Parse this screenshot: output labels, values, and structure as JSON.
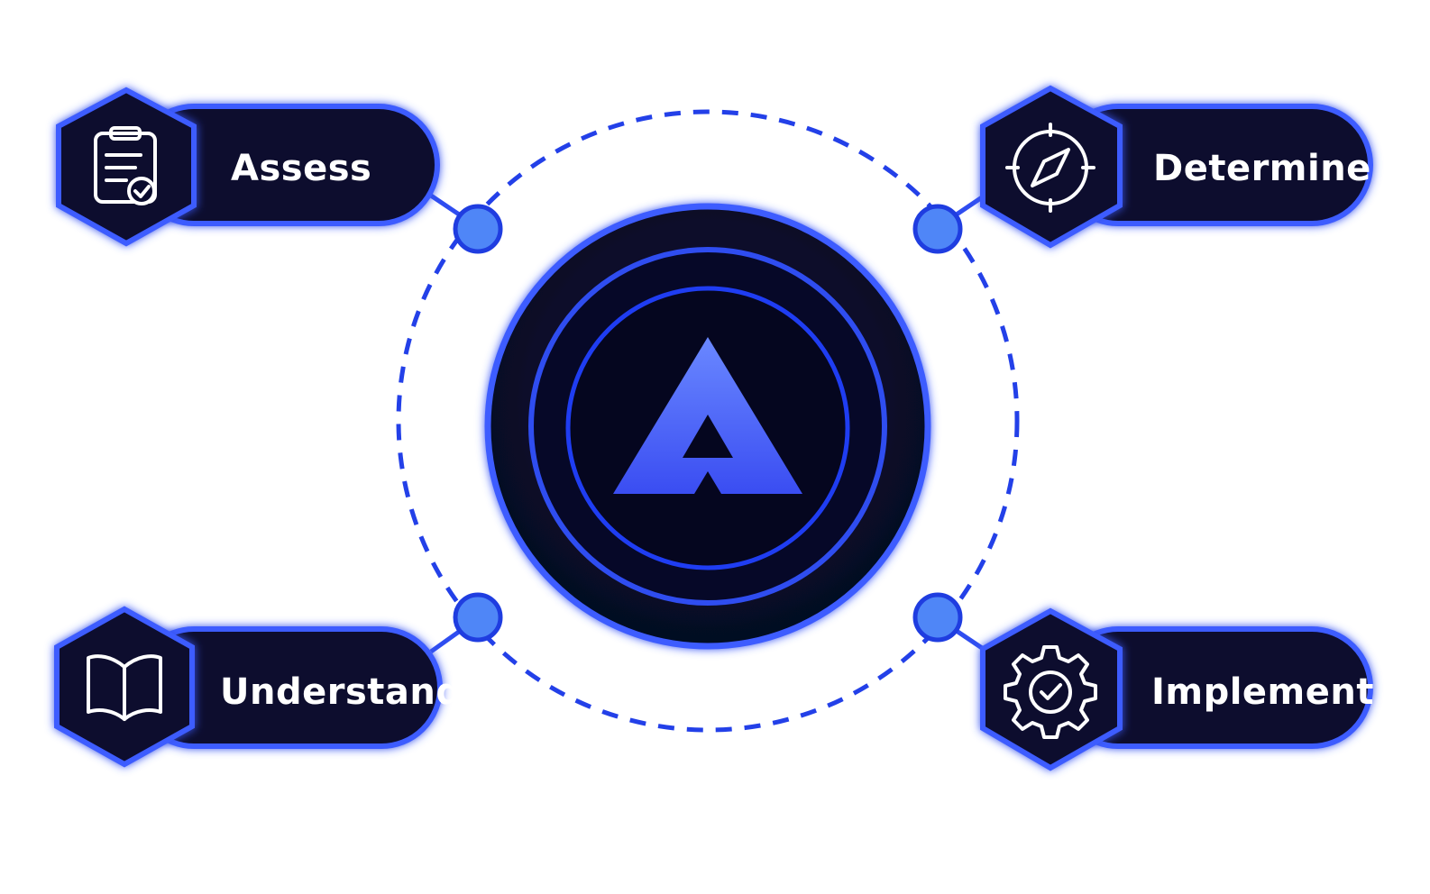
{
  "diagram": {
    "center": {
      "logo_icon": "stylized-a-mountain-icon"
    },
    "stages": [
      {
        "id": "assess",
        "label": "Assess",
        "icon": "clipboard-check-icon"
      },
      {
        "id": "determine",
        "label": "Determine",
        "icon": "compass-icon"
      },
      {
        "id": "understand",
        "label": "Understand",
        "icon": "open-book-icon"
      },
      {
        "id": "implement",
        "label": "Implement",
        "icon": "gear-check-icon"
      }
    ]
  },
  "colors": {
    "background": "#ffffff",
    "dark_navy": "#0a0b2e",
    "accent_blue": "#2f4df0",
    "bright_blue": "#3d5cff",
    "node_fill": "#4f86f7",
    "text": "#ffffff"
  }
}
